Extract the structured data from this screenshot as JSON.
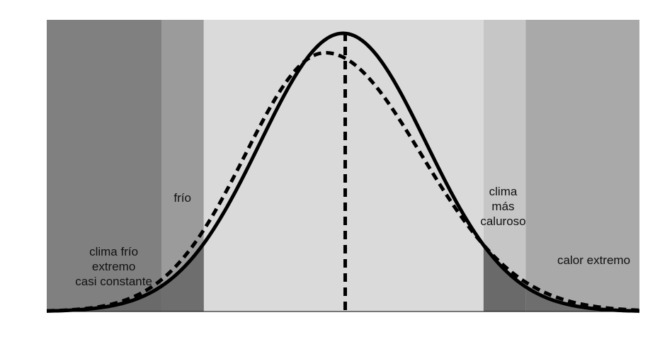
{
  "chart_data": {
    "type": "area",
    "title": "",
    "xlabel": "",
    "ylabel": "",
    "grid": false,
    "legend": "none",
    "zones": [
      {
        "label": "clima frío extremo casi constante",
        "lines": [
          "clima frío",
          "extremo",
          "casi constante"
        ],
        "color": "#808080"
      },
      {
        "label": "frío",
        "lines": [
          "frío"
        ],
        "color": "#9b9b9b"
      },
      {
        "label": "",
        "lines": [],
        "color": "#dadada"
      },
      {
        "label": "clima más caluroso",
        "lines": [
          "clima",
          "más",
          "caluroso"
        ],
        "color": "#c6c6c6"
      },
      {
        "label": "calor extremo",
        "lines": [
          "calor extremo"
        ],
        "color": "#a9a9a9"
      }
    ],
    "series": [
      {
        "style": "solid",
        "color": "#000000",
        "mean": 0.5,
        "sd": 0.14,
        "peak": 1.0
      },
      {
        "style": "dashed",
        "color": "#000000",
        "mean": 0.47,
        "sd": 0.135,
        "skew": 1.2,
        "peak": 0.93
      }
    ],
    "mean_marker": {
      "x": 0.5,
      "style": "dashed",
      "color": "#000000"
    }
  }
}
